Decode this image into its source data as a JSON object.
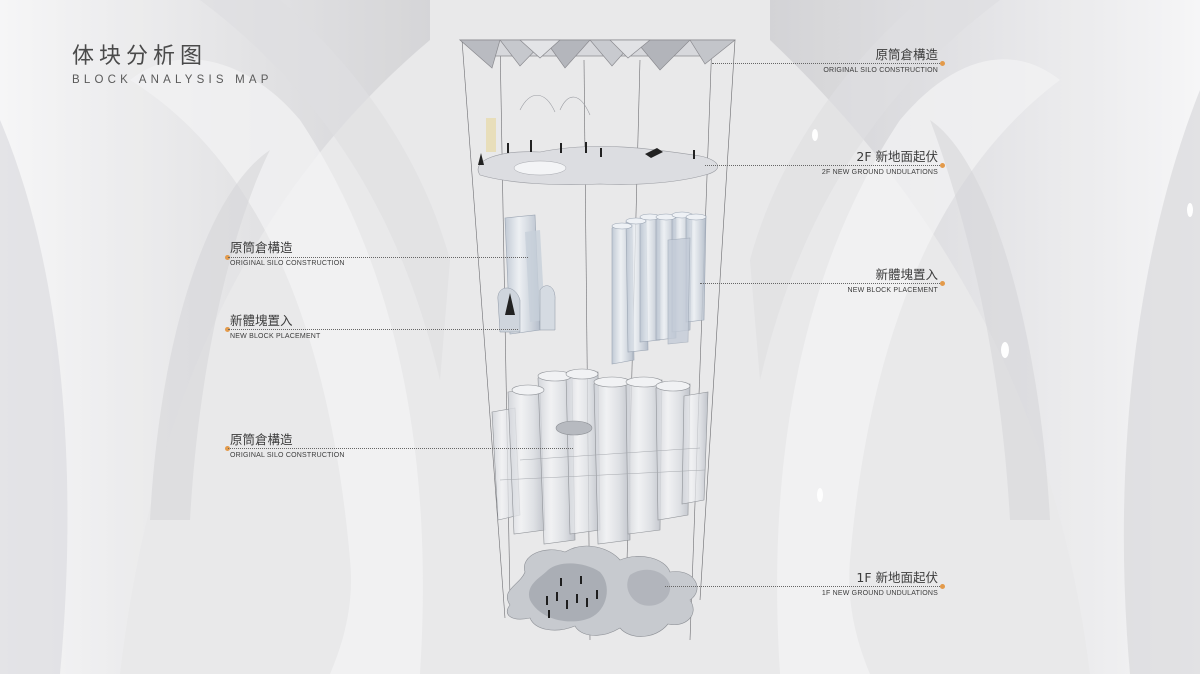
{
  "header": {
    "title_cn": "体块分析图",
    "title_en": "BLOCK ANALYSIS MAP"
  },
  "labels": {
    "right_1": {
      "cn": "原筒倉構造",
      "en": "ORIGINAL SILO CONSTRUCTION"
    },
    "right_2": {
      "cn": "2F 新地面起伏",
      "en": "2F NEW GROUND UNDULATIONS"
    },
    "right_3": {
      "cn": "新體塊置入",
      "en": "NEW BLOCK PLACEMENT"
    },
    "right_4": {
      "cn": "1F 新地面起伏",
      "en": "1F NEW GROUND UNDULATIONS"
    },
    "left_1": {
      "cn": "原筒倉構造",
      "en": "ORIGINAL SILO CONSTRUCTION"
    },
    "left_2": {
      "cn": "新體塊置入",
      "en": "NEW BLOCK PLACEMENT"
    },
    "left_3": {
      "cn": "原筒倉構造",
      "en": "ORIGINAL SILO CONSTRUCTION"
    }
  },
  "colors": {
    "accent_dot": "#e39a4a",
    "background": "#e9e9ea"
  }
}
